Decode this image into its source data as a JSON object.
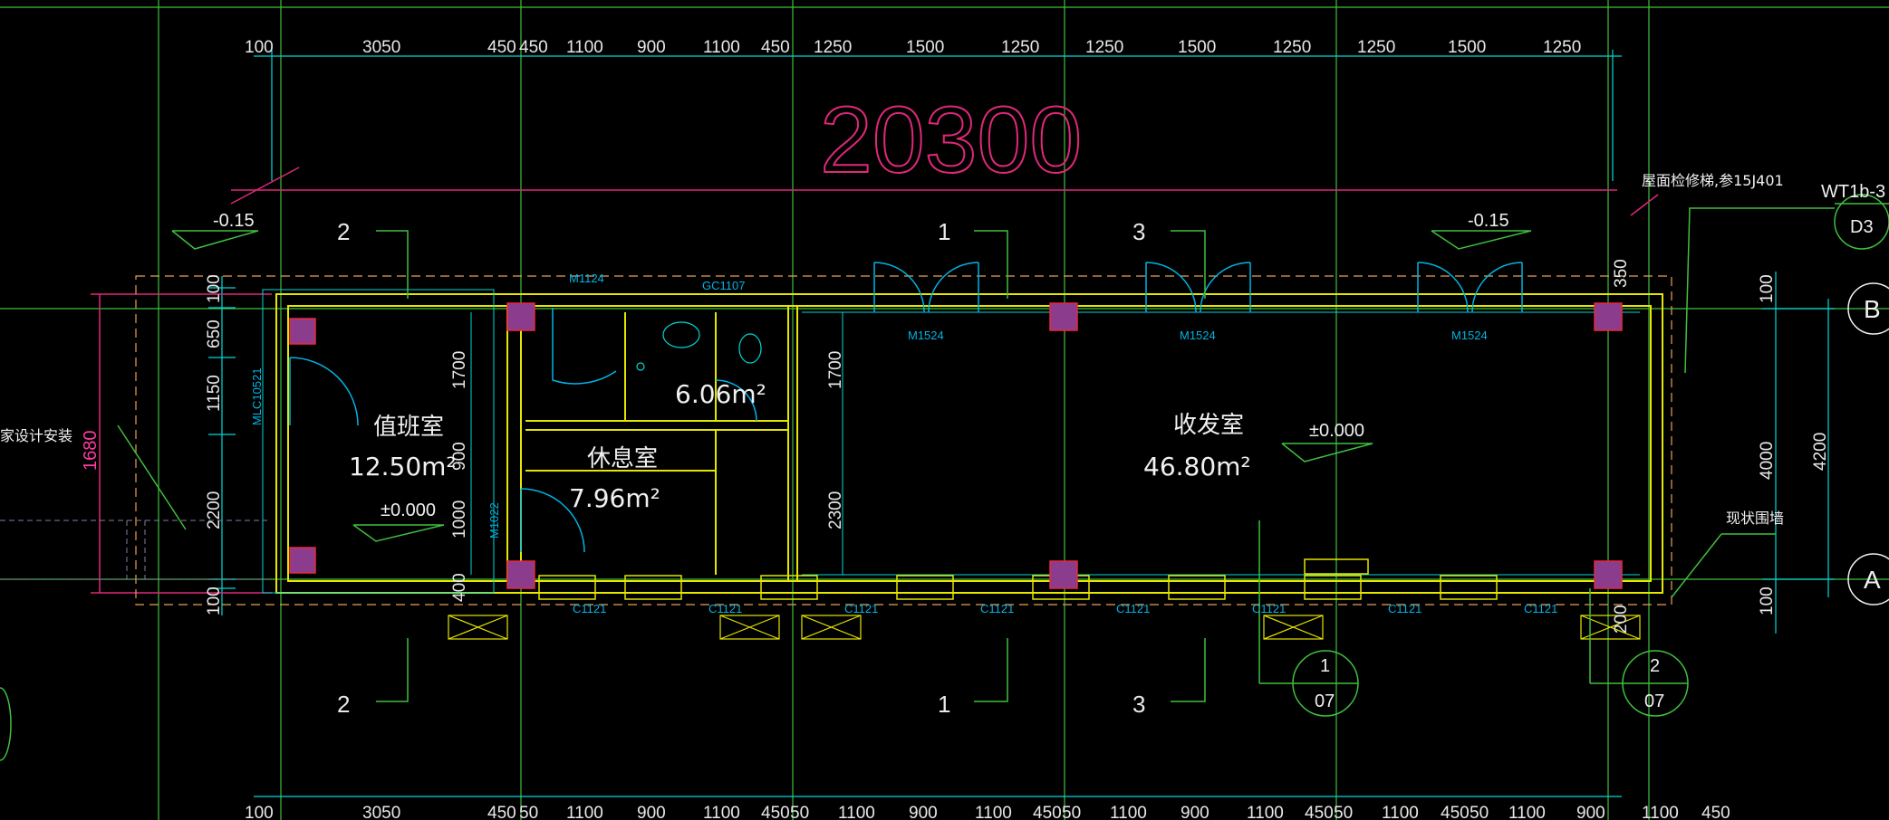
{
  "drawing": {
    "overall_dimension": "20300",
    "top_dimensions": [
      "100",
      "3050",
      "450",
      "450",
      "1100",
      "900",
      "1100",
      "450",
      "1250",
      "1500",
      "1250",
      "1250",
      "1500",
      "1250",
      "1250",
      "1500",
      "1250"
    ],
    "bottom_dimensions": [
      "100",
      "3050",
      "450",
      "50",
      "1100",
      "900",
      "1100",
      "450",
      "50",
      "1100",
      "900",
      "1100",
      "450",
      "50",
      "1100",
      "900",
      "1100",
      "450",
      "50",
      "1100",
      "450",
      "50",
      "1100",
      "900",
      "1100",
      "450"
    ],
    "left_dimensions": [
      "100",
      "650",
      "1150",
      "2200",
      "100"
    ],
    "left_dimension_pink": "1680",
    "center_dimensions": [
      "1700",
      "900",
      "1000",
      "400"
    ],
    "center_dimensions_right": [
      "1700",
      "2300"
    ],
    "right_dimensions": [
      "100",
      "4000",
      "100"
    ],
    "right_total": "4200",
    "right_top": "350",
    "right_bottom": "200",
    "rooms": [
      {
        "name": "值班室",
        "area": "12.50m²",
        "level": "±0.000"
      },
      {
        "name": "休息室",
        "area": "7.96m²"
      },
      {
        "name": "",
        "area": "6.06m²"
      },
      {
        "name": "收发室",
        "area": "46.80m²",
        "level": "±0.000"
      }
    ],
    "outside_levels": [
      "-0.15",
      "-0.15"
    ],
    "door_tags": [
      "M1124",
      "GC1107",
      "M1524",
      "M1524",
      "M1524",
      "MLC10521",
      "M1022"
    ],
    "window_tags": [
      "C1121",
      "C1121",
      "C1121",
      "C1121",
      "C1121",
      "C1121",
      "C1121",
      "C1121"
    ],
    "section_marks": [
      "2",
      "1",
      "3",
      "2",
      "1",
      "3"
    ],
    "axis_labels": [
      "B",
      "A"
    ],
    "details": [
      {
        "num": "1",
        "sheet": "07"
      },
      {
        "num": "2",
        "sheet": "07"
      },
      {
        "num": "WT1b-3",
        "sheet": "D3"
      }
    ],
    "notes": {
      "roof_ladder": "屋面检修梯,参15J401",
      "existing_wall": "现状围墙",
      "left_note": "家设计安装"
    },
    "colors": {
      "wall": "#e6e600",
      "dimension": "#00d8d8",
      "grid": "#3fbf3f",
      "tag": "#00b4e6",
      "column": "#8c3c8c",
      "pink": "#e0287a",
      "text": "#f0f0f0"
    }
  }
}
